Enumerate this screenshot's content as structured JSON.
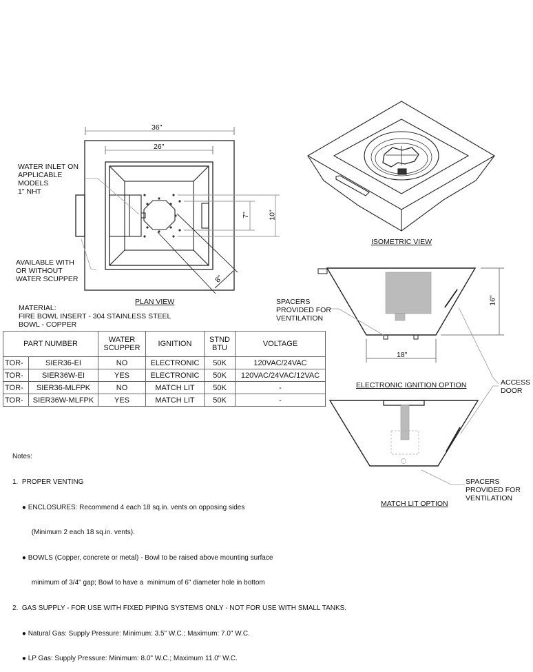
{
  "plan_view": {
    "title": "PLAN VIEW",
    "dim_overall": "36\"",
    "dim_bowl": "26\"",
    "dim_inner_a": "7\"",
    "dim_inner_b": "10\"",
    "dim_diag": "8\"",
    "callout_water_inlet": "WATER INLET ON\nAPPLICABLE\nMODELS\n1\" NHT",
    "callout_scupper": "AVAILABLE WITH\nOR WITHOUT\nWATER SCUPPER"
  },
  "material": {
    "heading": "MATERIAL:",
    "line1": "FIRE BOWL INSERT - 304 STAINLESS STEEL",
    "line2": "BOWL - COPPER"
  },
  "isometric_view": {
    "title": "ISOMETRIC VIEW"
  },
  "electronic_option": {
    "title": "ELECTRONIC IGNITION OPTION",
    "dim_height": "16\"",
    "dim_base": "18\"",
    "callout_spacers": "SPACERS\nPROVIDED FOR\nVENTILATION"
  },
  "match_lit_option": {
    "title": "MATCH LIT OPTION",
    "callout_spacers": "SPACERS\nPROVIDED FOR\nVENTILATION"
  },
  "access_door": "ACCESS\nDOOR",
  "table": {
    "headers": [
      "PART NUMBER",
      "WATER\nSCUPPER",
      "IGNITION",
      "STND\nBTU",
      "VOLTAGE"
    ],
    "rows": [
      {
        "prefix": "TOR-",
        "part": "SIER36-EI",
        "scupper": "NO",
        "ignition": "ELECTRONIC",
        "btu": "50K",
        "voltage": "120VAC/24VAC"
      },
      {
        "prefix": "TOR-",
        "part": "SIER36W-EI",
        "scupper": "YES",
        "ignition": "ELECTRONIC",
        "btu": "50K",
        "voltage": "120VAC/24VAC/12VAC"
      },
      {
        "prefix": "TOR-",
        "part": "SIER36-MLFPK",
        "scupper": "NO",
        "ignition": "MATCH LIT",
        "btu": "50K",
        "voltage": "-"
      },
      {
        "prefix": "TOR-",
        "part": "SIER36W-MLFPK",
        "scupper": "YES",
        "ignition": "MATCH LIT",
        "btu": "50K",
        "voltage": "-"
      }
    ]
  },
  "notes": {
    "heading": "Notes:",
    "n1": "1.  PROPER VENTING",
    "n1a": "     ● ENCLOSURES: Recommend 4 each 18 sq.in. vents on opposing sides",
    "n1a2": "          (Minimum 2 each 18 sq.in. vents).",
    "n1b": "     ● BOWLS (Copper, concrete or metal) - Bowl to be raised above mounting surface",
    "n1b2": "          minimum of 3/4\" gap; Bowl to have a  minimum of 6\" diameter hole in bottom",
    "n2": "2.  GAS SUPPLY - FOR USE WITH FIXED PIPING SYSTEMS ONLY - NOT FOR USE WITH SMALL TANKS.",
    "n2a": "     ● Natural Gas: Supply Pressure: Minimum: 3.5\" W.C.; Maximum: 7.0\" W.C.",
    "n2b": "     ● LP Gas: Supply Pressure: Minimum: 8.0\" W.C.; Maximum 11.0\" W.C."
  }
}
